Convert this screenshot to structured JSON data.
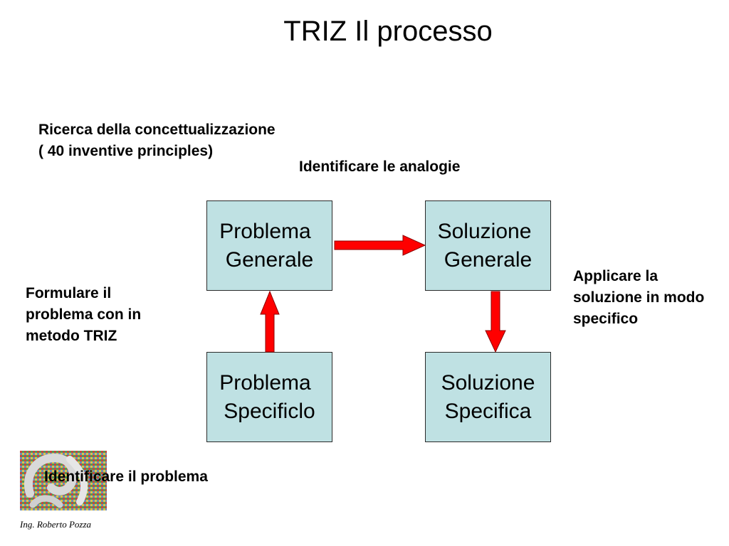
{
  "title": "TRIZ Il processo",
  "notes": {
    "ricerca_line1": "Ricerca della concettualizzazione",
    "ricerca_line2": "( 40 inventive principles)",
    "analogie": "Identificare le analogie",
    "formulare_line1": "Formulare il",
    "formulare_line2": "problema con in",
    "formulare_line3": "metodo TRIZ",
    "applicare_line1": "Applicare la",
    "applicare_line2": "soluzione in modo",
    "applicare_line3": "specifico",
    "identificare_problema": "Identificare il problema"
  },
  "boxes": {
    "problema_generale": {
      "line1": "Problema",
      "line2": "Generale"
    },
    "soluzione_generale": {
      "line1": "Soluzione",
      "line2": "Generale"
    },
    "problema_specifico": {
      "line1": "Problema",
      "line2": "Specificlo"
    },
    "soluzione_specifica": {
      "line1": "Soluzione",
      "line2": "Specifica"
    }
  },
  "footer": "Ing. Roberto Pozza",
  "colors": {
    "box_fill": "#bfe1e3",
    "arrow_fill": "#ff0000",
    "arrow_stroke": "#8b0000"
  },
  "icons": {
    "logo": "mosaic-logo-image"
  }
}
